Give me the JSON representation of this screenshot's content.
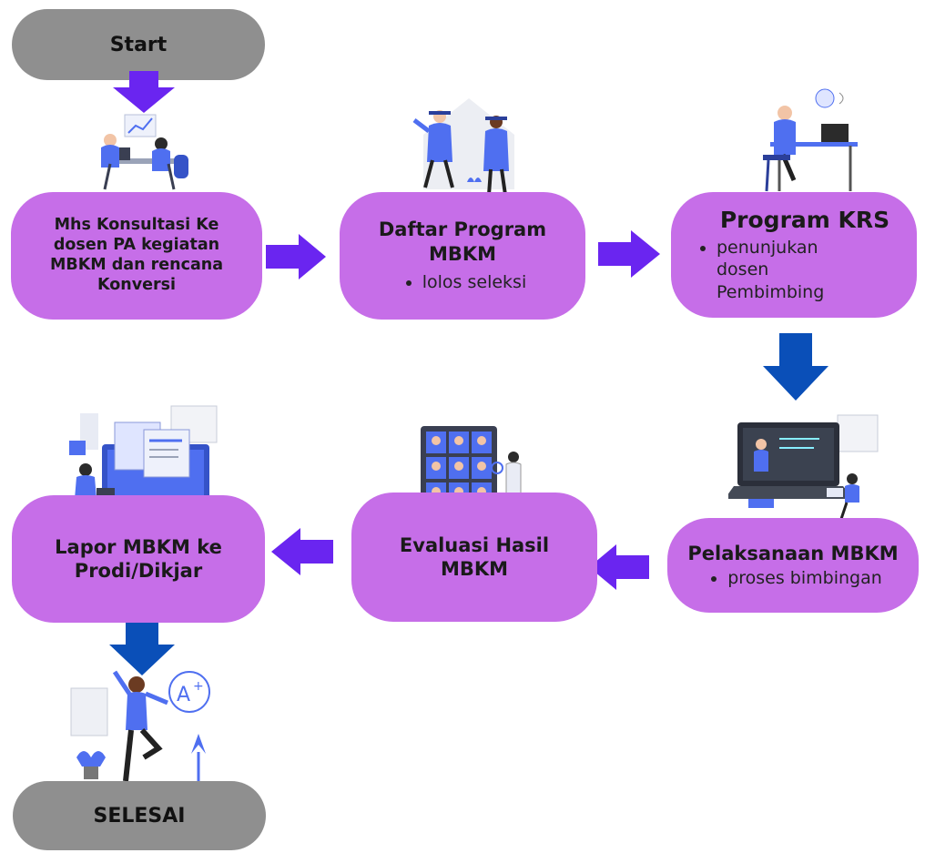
{
  "colors": {
    "terminal": "#8f8f8f",
    "step": "#c66ee8",
    "arrow_purple": "#6a25f0",
    "arrow_blue": "#0a4fb8",
    "figure_blue": "#4f6ff0"
  },
  "start": {
    "label": "Start"
  },
  "end": {
    "label": "SELESAI"
  },
  "steps": [
    {
      "title": "Mhs Konsultasi Ke dosen PA kegiatan MBKM dan rencana Konversi",
      "bullets": []
    },
    {
      "title": "Daftar Program MBKM",
      "bullets": [
        "lolos seleksi"
      ]
    },
    {
      "title": "Program KRS",
      "bullets": [
        "penunjukan dosen Pembimbing"
      ]
    },
    {
      "title": "Pelaksanaan MBKM",
      "bullets": [
        "proses bimbingan"
      ]
    },
    {
      "title": "Evaluasi Hasil MBKM",
      "bullets": []
    },
    {
      "title": "Lapor MBKM ke Prodi/Dikjar",
      "bullets": []
    }
  ],
  "icons": {
    "consult": "consultation-illustration-icon",
    "graduate": "graduation-illustration-icon",
    "krs": "laptop-work-illustration-icon",
    "implement": "online-class-illustration-icon",
    "evaluate": "video-conference-illustration-icon",
    "report": "report-documents-illustration-icon",
    "finish": "grade-a-plus-illustration-icon"
  }
}
